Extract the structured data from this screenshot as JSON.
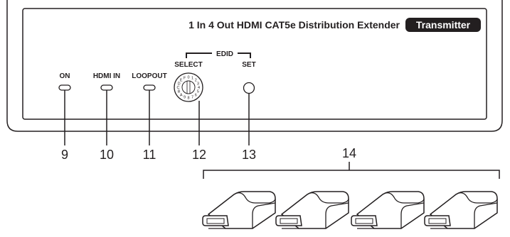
{
  "panel": {
    "title": "1 In 4 Out HDMI CAT5e Distribution Extender",
    "badge": "Transmitter",
    "edid_group_label": "EDID",
    "controls": {
      "on": "ON",
      "hdmi_in": "HDMI IN",
      "loopout": "LOOPOUT",
      "select": "SELECT",
      "set": "SET"
    },
    "dial_digits": [
      "0",
      "1",
      "2",
      "3",
      "4",
      "5",
      "6",
      "7",
      "8",
      "9",
      "A",
      "B",
      "C",
      "D",
      "E",
      "F"
    ]
  },
  "callouts": [
    "9",
    "10",
    "11",
    "12",
    "13",
    "14"
  ],
  "colors": {
    "ink": "#231f20",
    "badge_bg": "#231f20",
    "badge_text": "#ffffff"
  }
}
